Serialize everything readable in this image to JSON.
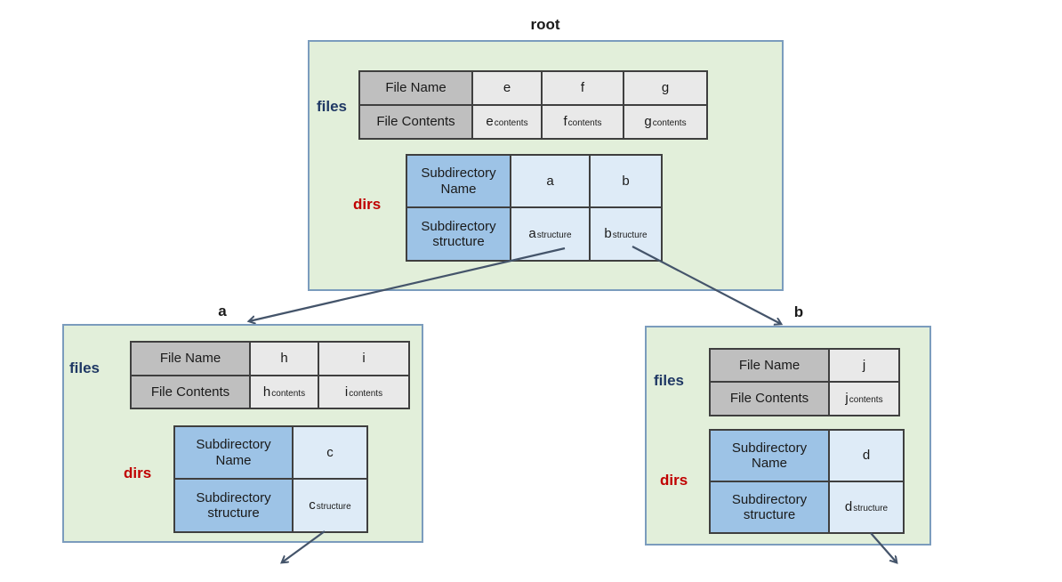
{
  "diagram": {
    "colors": {
      "node_fill": "#e2efda",
      "node_border": "#7b9cbd",
      "files_header_fill": "#bfbfbf",
      "files_value_fill": "#e9e9e9",
      "dirs_header_fill": "#9dc3e6",
      "dirs_value_fill": "#deebf7",
      "files_label_color": "#1f3864",
      "dirs_label_color": "#c00000",
      "arrow_color": "#44546a"
    },
    "nodes": {
      "root": {
        "title": "root",
        "files_label": "files",
        "dirs_label": "dirs",
        "files": {
          "header_name": "File Name",
          "header_contents": "File Contents",
          "columns": [
            {
              "name": "e",
              "contents_base": "e",
              "contents_sub": "contents"
            },
            {
              "name": "f",
              "contents_base": "f",
              "contents_sub": "contents"
            },
            {
              "name": "g",
              "contents_base": "g",
              "contents_sub": "contents"
            }
          ]
        },
        "dirs": {
          "header_name": "Subdirectory Name",
          "header_structure": "Subdirectory structure",
          "columns": [
            {
              "name": "a",
              "structure_base": "a",
              "structure_sub": "structure"
            },
            {
              "name": "b",
              "structure_base": "b",
              "structure_sub": "structure"
            }
          ]
        }
      },
      "a": {
        "title": "a",
        "files_label": "files",
        "dirs_label": "dirs",
        "files": {
          "header_name": "File Name",
          "header_contents": "File Contents",
          "columns": [
            {
              "name": "h",
              "contents_base": "h",
              "contents_sub": "contents"
            },
            {
              "name": "i",
              "contents_base": "i",
              "contents_sub": "contents"
            }
          ]
        },
        "dirs": {
          "header_name": "Subdirectory Name",
          "header_structure": "Subdirectory structure",
          "columns": [
            {
              "name": "c",
              "structure_base": "c",
              "structure_sub": "structure"
            }
          ]
        }
      },
      "b": {
        "title": "b",
        "files_label": "files",
        "dirs_label": "dirs",
        "files": {
          "header_name": "File Name",
          "header_contents": "File Contents",
          "columns": [
            {
              "name": "j",
              "contents_base": "j",
              "contents_sub": "contents"
            }
          ]
        },
        "dirs": {
          "header_name": "Subdirectory Name",
          "header_structure": "Subdirectory structure",
          "columns": [
            {
              "name": "d",
              "structure_base": "d",
              "structure_sub": "structure"
            }
          ]
        }
      }
    }
  }
}
